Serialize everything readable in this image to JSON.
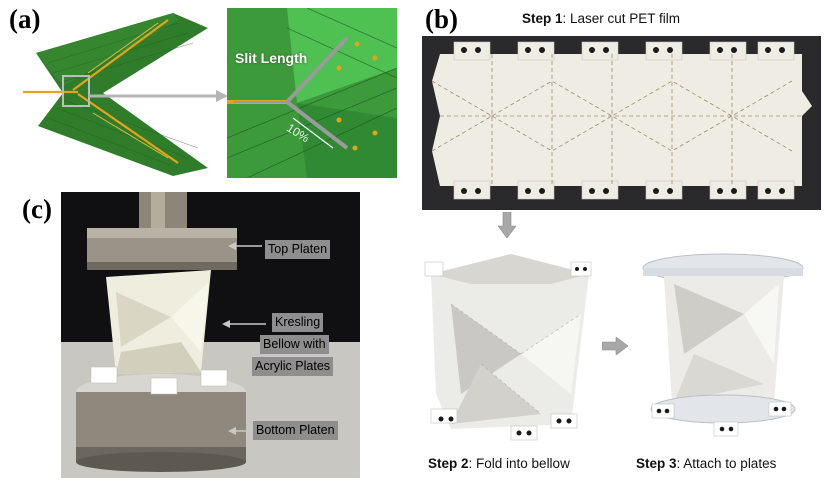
{
  "panels": {
    "a": {
      "label": "(a)",
      "slit_label": "Slit Length",
      "percent_label": "10%"
    },
    "b": {
      "label": "(b)",
      "step1": {
        "prefix": "Step 1",
        "text": ": Laser cut PET film"
      },
      "step2": {
        "prefix": "Step 2",
        "text": ": Fold into bellow"
      },
      "step3": {
        "prefix": "Step 3",
        "text": ": Attach to plates"
      }
    },
    "c": {
      "label": "(c)",
      "top_platen": "Top Platen",
      "kresling_line1": "Kresling",
      "kresling_line2": "Bellow with",
      "kresling_line3": "Acrylic Plates",
      "bottom_platen": "Bottom Platen"
    }
  },
  "colors": {
    "mesh_green": "#2f7d2a",
    "mesh_light": "#47b24a",
    "slit_orange": "#e8a21a",
    "film": "#efece4",
    "platen": "#9a9488",
    "arrow_grey": "#a8a8a8"
  }
}
